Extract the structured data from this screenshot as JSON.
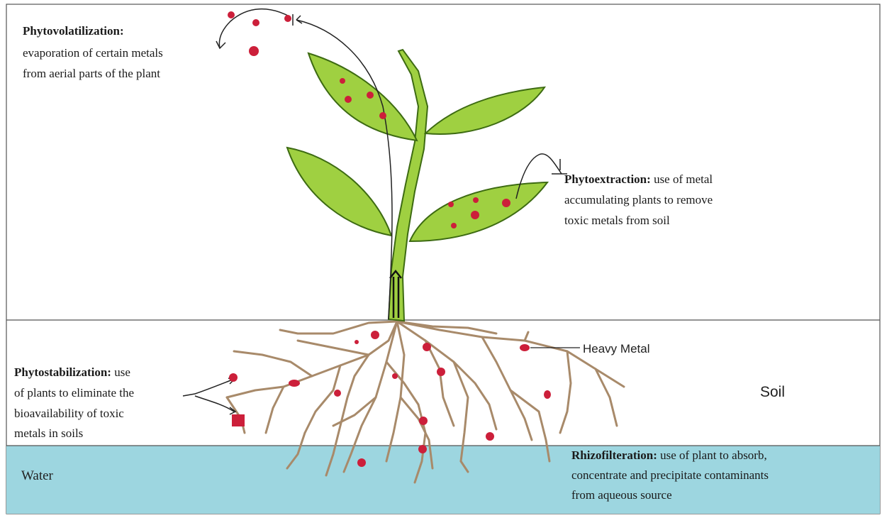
{
  "regions": {
    "soil": "Soil",
    "water": "Water"
  },
  "labels": {
    "heavy_metal": "Heavy Metal"
  },
  "phytovolatilization": {
    "term": "Phytovolatilization:",
    "line1": "evaporation of certain metals",
    "line2": "from aerial parts of the plant"
  },
  "phytoextraction": {
    "term": "Phytoextraction:",
    "line1_rest": " use of metal",
    "line2": "accumulating plants to remove",
    "line3": "toxic metals from soil"
  },
  "phytostabilization": {
    "term": "Phytostabilization:",
    "line1_rest": " use",
    "line2": "of plants to eliminate the",
    "line3": "bioavailability of toxic",
    "line4": "metals in soils"
  },
  "rhizofilteration": {
    "term": "Rhizofilteration:",
    "line1_rest": " use of plant to absorb,",
    "line2": "concentrate and precipitate contaminants",
    "line3": "from aqueous source"
  },
  "colors": {
    "metal": "#cc1f3a",
    "leaf": "#9fd041",
    "leaf_edge": "#3d6b12",
    "root": "#a88a6a",
    "water": "#9dd6e0",
    "soil_line": "#555555"
  }
}
